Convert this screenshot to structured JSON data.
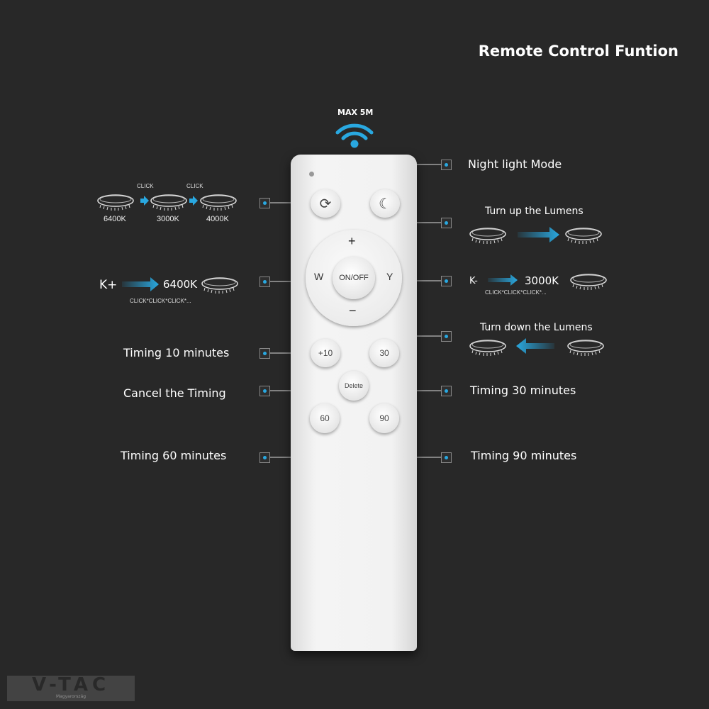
{
  "title": "Remote Control Funtion",
  "range": "MAX 5M",
  "labels": {
    "night": "Night light Mode",
    "up": "Turn up the Lumens",
    "down": "Turn down the Lumens",
    "t10": "Timing 10 minutes",
    "cancel": "Cancel the Timing",
    "t30": "Timing 30 minutes",
    "t60": "Timing 60 minutes",
    "t90": "Timing 90 minutes"
  },
  "cycle": {
    "click": "CLICK",
    "temps": [
      "6400K",
      "3000K",
      "4000K"
    ]
  },
  "kplus": {
    "key": "K+",
    "temp": "6400K",
    "clicks": "CLICK*CLICK*CLICK*..."
  },
  "kminus": {
    "key": "K-",
    "temp": "3000K",
    "clicks": "CLICK*CLICK*CLICK*..."
  },
  "buttons": {
    "onoff": "ON/OFF",
    "w": "W",
    "y": "Y",
    "plus": "+",
    "minus": "−",
    "t10": "+10",
    "t30": "30",
    "delete": "Delete",
    "t60": "60",
    "t90": "90"
  },
  "logo": {
    "brand": "V-TAC",
    "sub": "Magyarország"
  },
  "colors": {
    "accent": "#29a8e0"
  }
}
